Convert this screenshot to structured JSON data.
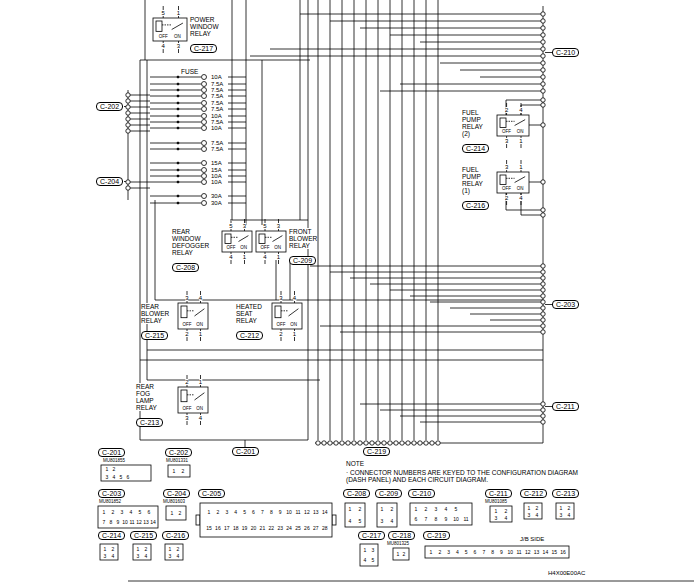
{
  "diagram": {
    "nodes": [
      {
        "text": [
          "POWER WINDOW RELAY",
          "C-217"
        ]
      },
      {
        "text": [
          "C-210"
        ]
      },
      {
        "text": [
          "C-202"
        ]
      },
      {
        "text": [
          "FUEL PUMP RELAY (2)",
          "C-214"
        ]
      },
      {
        "text": [
          "FUEL PUMP RELAY (1)",
          "C-216"
        ]
      },
      {
        "text": [
          "C-204"
        ]
      },
      {
        "text": [
          "REAR WINDOW DEFOGGER RELAY",
          "C-208"
        ]
      },
      {
        "text": [
          "FRONT BLOWER RELAY",
          "C-209"
        ]
      },
      {
        "text": [
          "C-203"
        ]
      },
      {
        "text": [
          "REAR BLOWER RELAY",
          "C-215"
        ]
      },
      {
        "text": [
          "HEATED SEAT RELAY",
          "C-212"
        ]
      },
      {
        "text": [
          "REAR FOG LAMP RELAY",
          "C-213"
        ]
      },
      {
        "text": [
          "C-211"
        ]
      },
      {
        "text": [
          "C-201"
        ]
      },
      {
        "text": [
          "C-219"
        ]
      },
      {
        "text": [
          "C-201"
        ]
      },
      {
        "text": [
          "C-202"
        ]
      },
      {
        "text": [
          "C-203"
        ]
      },
      {
        "text": [
          "C-204"
        ]
      },
      {
        "text": [
          "C-205"
        ]
      },
      {
        "text": [
          "C-208"
        ]
      },
      {
        "text": [
          "C-209"
        ]
      },
      {
        "text": [
          "C-210"
        ]
      },
      {
        "text": [
          "C-211"
        ]
      },
      {
        "text": [
          "C-212"
        ]
      },
      {
        "text": [
          "C-213"
        ]
      },
      {
        "text": [
          "C-214"
        ]
      },
      {
        "text": [
          "C-215"
        ]
      },
      {
        "text": [
          "C-216"
        ]
      },
      {
        "text": [
          "C-217"
        ]
      },
      {
        "text": [
          "C-218"
        ]
      },
      {
        "text": [
          "C-219"
        ]
      }
    ],
    "labels": [
      "5",
      "1",
      "4",
      "3",
      "OFF",
      "ON",
      "2",
      "4",
      "3",
      "1",
      "OFF",
      "ON",
      "3",
      "1",
      "2",
      "4",
      "OFF",
      "ON",
      "5",
      "3",
      "4",
      "1",
      "OFF",
      "ON",
      "5",
      "3",
      "4",
      "1",
      "OFF",
      "ON",
      "3",
      "4",
      "2",
      "1",
      "OFF",
      "ON",
      "3",
      "4",
      "2",
      "1",
      "OFF",
      "ON",
      "2",
      "1",
      "3",
      "4",
      "OFF",
      "ON",
      "FUSE",
      "10A",
      "7.5A",
      "7.5A",
      "7.5A",
      "7.5A",
      "7.5A",
      "10A",
      "7.5A",
      "10A",
      "7.5A",
      "7.5A",
      "15A",
      "15A",
      "10A",
      "10A",
      "30A",
      "30A",
      "NOTE",
      "· CONNECTOR NUMBERS ARE KEYED TO THE CONFIGURATION DIAGRAM (DASH PANEL) AND EACH CIRCUIT DIAGRAM.",
      "H4X00E00AC",
      "J/B SIDE",
      "MU801855",
      "1",
      "2",
      "3",
      "4",
      "5",
      "6",
      "MU801331",
      "1",
      "2",
      "MU801852",
      "1",
      "2",
      "3",
      "4",
      "5",
      "6",
      "7",
      "8",
      "9",
      "10",
      "11",
      "12",
      "13",
      "14",
      "MU801603",
      "1",
      "2",
      "1",
      "2",
      "3",
      "4",
      "5",
      "6",
      "7",
      "8",
      "9",
      "10",
      "11",
      "12",
      "13",
      "14",
      "15",
      "16",
      "17",
      "18",
      "19",
      "20",
      "21",
      "22",
      "23",
      "24",
      "25",
      "26",
      "27",
      "28",
      "1",
      "2",
      "4",
      "5",
      "1",
      "2",
      "3",
      "4",
      "1",
      "2",
      "3",
      "4",
      "5",
      "6",
      "7",
      "8",
      "9",
      "10",
      "11",
      "MU801085",
      "1",
      "2",
      "3",
      "4",
      "1",
      "2",
      "3",
      "4",
      "1",
      "2",
      "3",
      "4",
      "1",
      "2",
      "3",
      "4",
      "1",
      "2",
      "3",
      "4",
      "1",
      "2",
      "3",
      "4",
      "1",
      "3",
      "4",
      "5",
      "MU801325",
      "1",
      "2",
      "1",
      "2",
      "3",
      "4",
      "5",
      "6",
      "7",
      "8",
      "9",
      "10",
      "11",
      "12",
      "13",
      "14",
      "15",
      "16"
    ]
  }
}
